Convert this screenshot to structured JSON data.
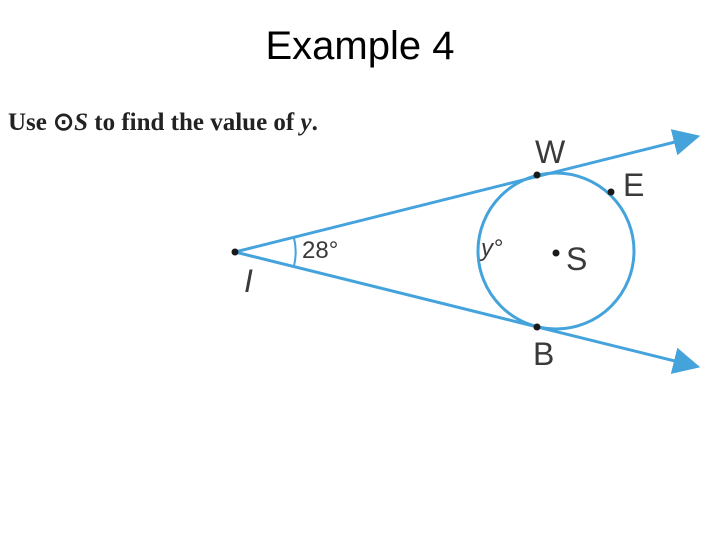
{
  "slide": {
    "title": "Example 4"
  },
  "problem": {
    "prefix": "Use ",
    "circle_symbol": "⊙",
    "circle_name": "S",
    "middle": " to find the value of ",
    "variable": "y",
    "suffix": "."
  },
  "figure": {
    "points": {
      "I": "I",
      "W": "W",
      "E": "E",
      "S": "S",
      "B": "B"
    },
    "angle_at_I": "28°",
    "arc_label": "y°",
    "colors": {
      "lines": "#45a3dc",
      "points": "#1a1a1a",
      "labels": "#3a3a3a"
    }
  }
}
